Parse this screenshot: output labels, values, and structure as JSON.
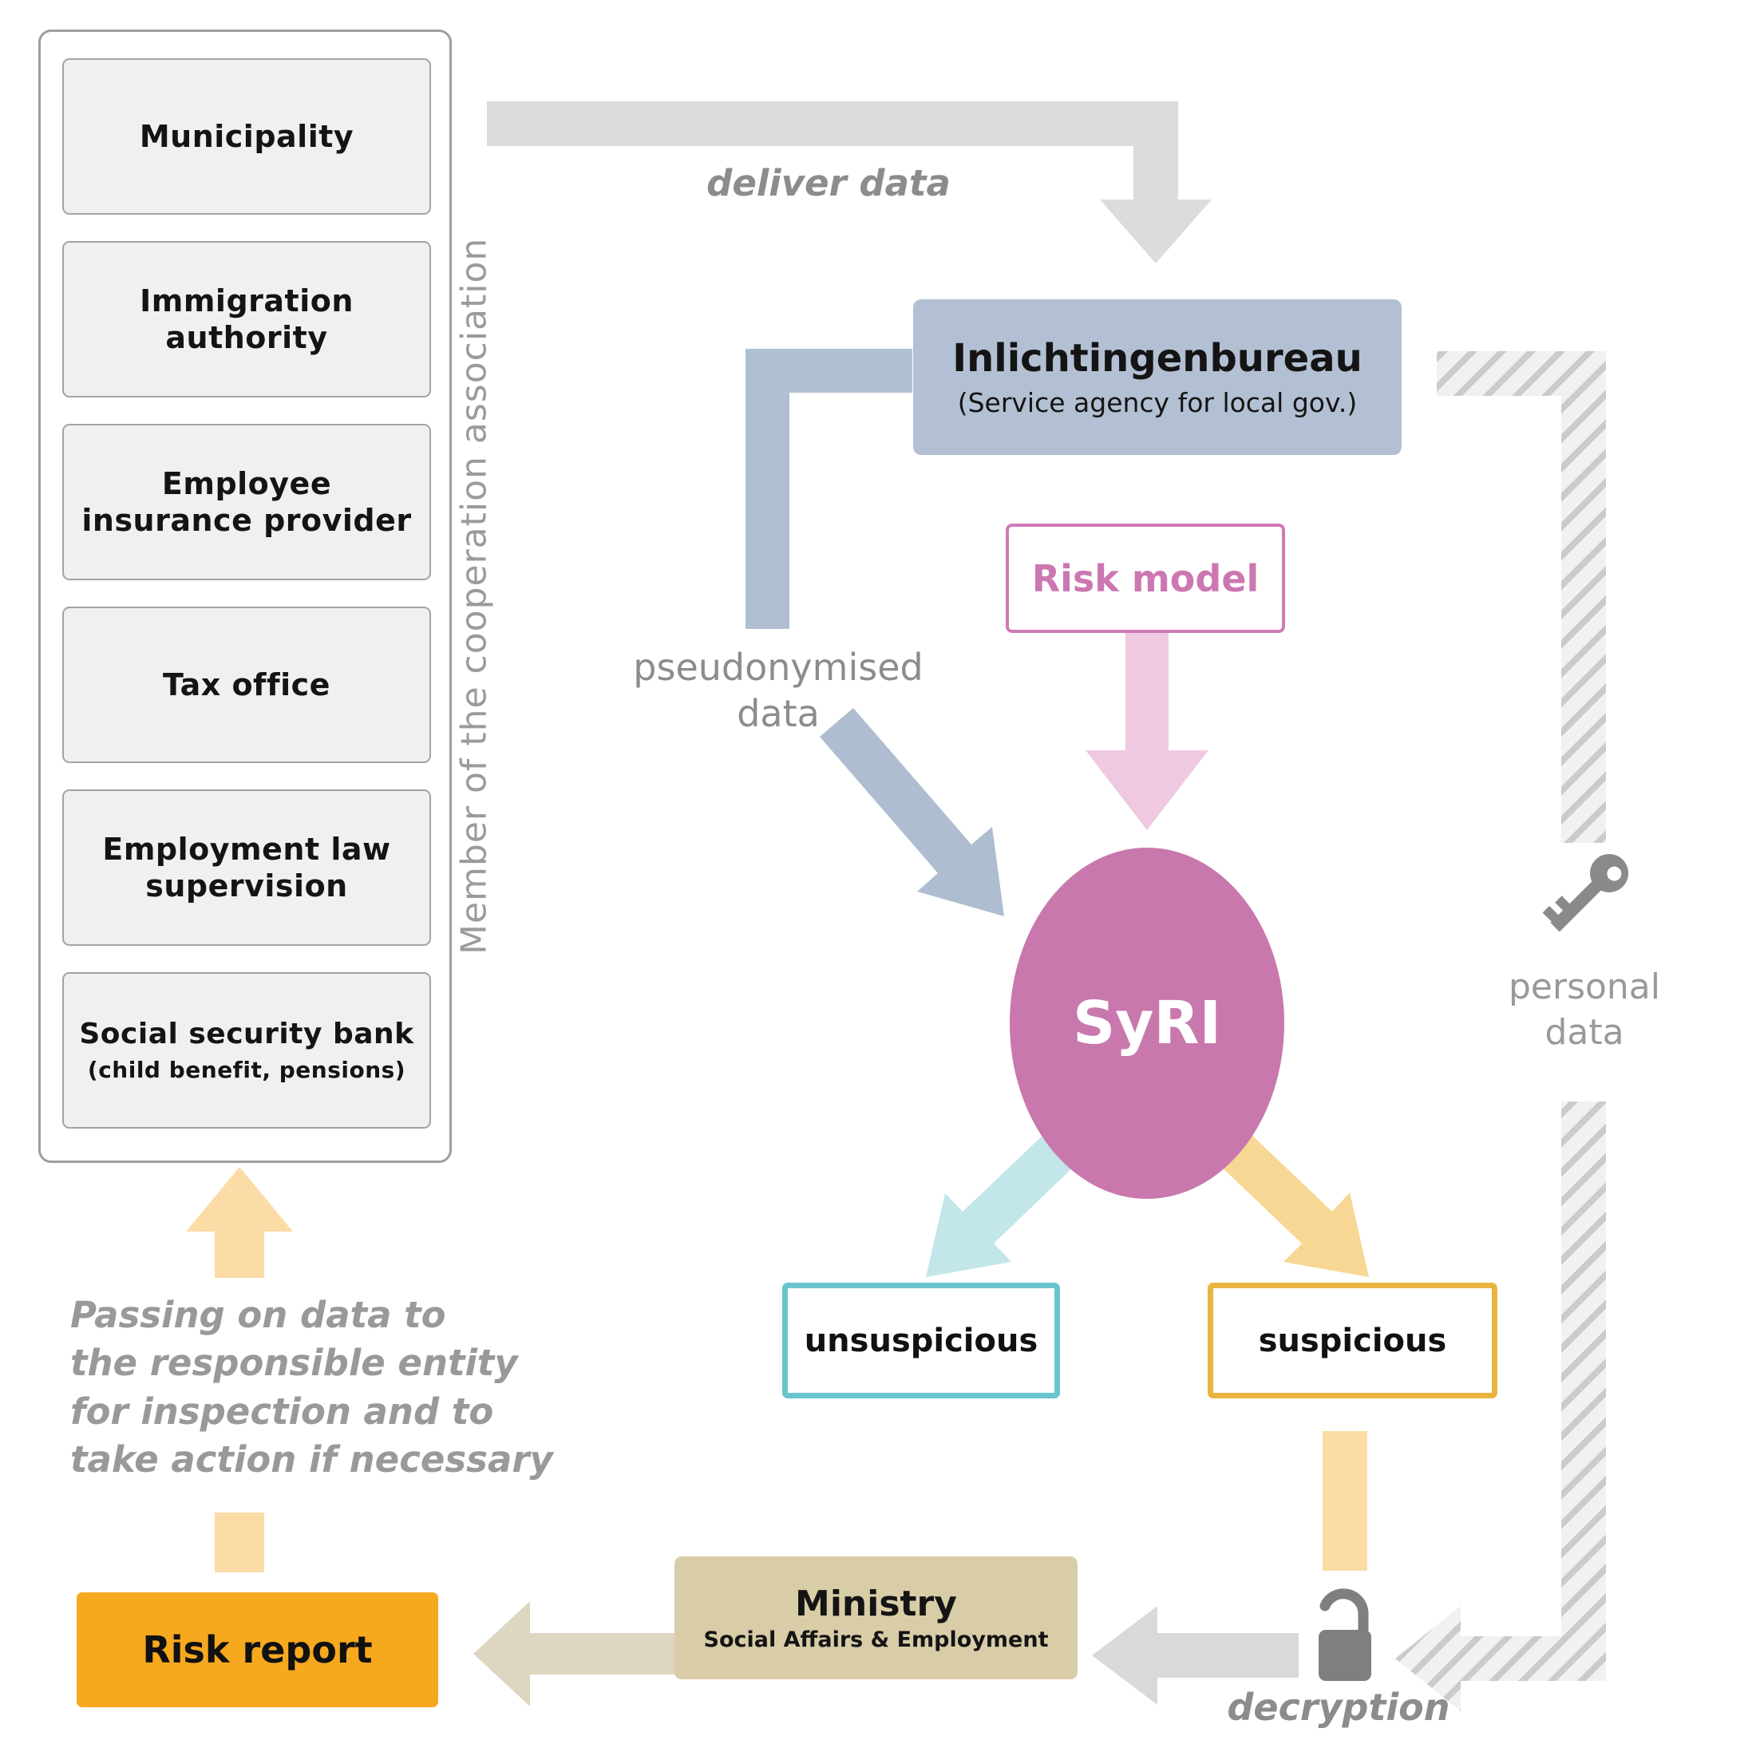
{
  "cooperation_panel": {
    "side_label": "Member of the cooperation association",
    "members": [
      {
        "label": "Municipality"
      },
      {
        "label": "Immigration authority"
      },
      {
        "label": "Employee insurance provider"
      },
      {
        "label": "Tax office"
      },
      {
        "label": "Employment law supervision"
      },
      {
        "label": "Social security bank",
        "subtitle": "(child benefit, pensions)"
      }
    ]
  },
  "nodes": {
    "inlichtingenbureau": {
      "title": "Inlichtingenbureau",
      "subtitle": "(Service agency for local gov.)"
    },
    "risk_model": {
      "label": "Risk model"
    },
    "syri": {
      "label": "SyRI"
    },
    "unsuspicious": {
      "label": "unsuspicious"
    },
    "suspicious": {
      "label": "suspicious"
    },
    "ministry": {
      "title": "Ministry",
      "subtitle": "Social Affairs & Employment"
    },
    "risk_report": {
      "label": "Risk report"
    }
  },
  "labels": {
    "deliver_data": "deliver data",
    "pseudonymised_data": {
      "line1": "pseudonymised",
      "line2": "data"
    },
    "personal_data": {
      "line1": "personal",
      "line2": "data"
    },
    "decryption": "decryption",
    "passing_note": {
      "line1": "Passing on data to",
      "line2": "the responsible entity",
      "line3": "for inspection and to",
      "line4": "take action if necessary"
    }
  },
  "icons": {
    "key_icon": "key",
    "unlock_icon": "open-padlock"
  },
  "colors": {
    "bureau_fill": "#b3c0d3",
    "pseudonymised_arrow": "#aebdd0",
    "risk_model_accent": "#cc77b1",
    "risk_model_arrow": "#eec9e0",
    "syri_fill": "#c878ad",
    "unsuspicious_accent": "#6ac4cd",
    "unsuspicious_arrow": "#c3e6eb",
    "suspicious_accent": "#eab440",
    "suspicious_arrow": "#f7d794",
    "connector_yellow": "#fbdca6",
    "risk_report_fill": "#f6a81f",
    "ministry_fill": "#d9cda8",
    "ministry_arrow": "#ddd6c1",
    "neutral_arrow": "#dcdcdc",
    "hatch_stripe": "#cbcbcb",
    "gray_text": "#8c8c8c",
    "icon_gray": "#7f7f7f"
  }
}
